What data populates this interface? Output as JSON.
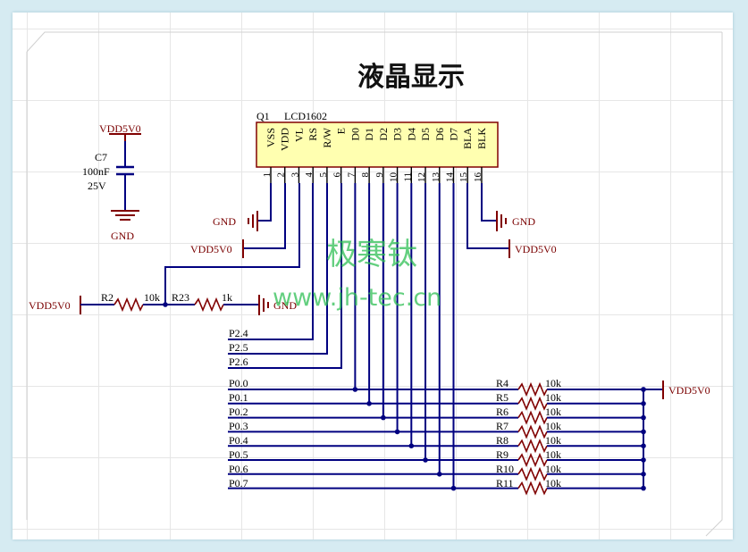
{
  "title": "液晶显示",
  "watermark": {
    "cn": "极寒钛",
    "url": "www.jh-tec.cn",
    "color": "#2fbf55"
  },
  "colors": {
    "wire": "#000080",
    "power": "#800000",
    "part": "#800000",
    "background": "#ffffff",
    "frame": "#d6ebf2"
  },
  "lcd": {
    "designator": "Q1",
    "part": "LCD1602",
    "pins": [
      {
        "num": "1",
        "name": "VSS"
      },
      {
        "num": "2",
        "name": "VDD"
      },
      {
        "num": "3",
        "name": "VL"
      },
      {
        "num": "4",
        "name": "RS"
      },
      {
        "num": "5",
        "name": "R/W"
      },
      {
        "num": "6",
        "name": "E"
      },
      {
        "num": "7",
        "name": "D0"
      },
      {
        "num": "8",
        "name": "D1"
      },
      {
        "num": "9",
        "name": "D2"
      },
      {
        "num": "10",
        "name": "D3"
      },
      {
        "num": "11",
        "name": "D4"
      },
      {
        "num": "12",
        "name": "D5"
      },
      {
        "num": "13",
        "name": "D6"
      },
      {
        "num": "14",
        "name": "D7"
      },
      {
        "num": "15",
        "name": "BLA"
      },
      {
        "num": "16",
        "name": "BLK"
      }
    ]
  },
  "capacitor": {
    "designator": "C7",
    "value": "100nF",
    "voltage": "25V",
    "net_top": "VDD5V0",
    "net_bottom": "GND"
  },
  "contrast": {
    "r2": {
      "designator": "R2",
      "value": "10k"
    },
    "r23": {
      "designator": "R23",
      "value": "1k"
    },
    "left_net": "VDD5V0",
    "right_net": "GND"
  },
  "power_nets": {
    "vss_gnd": "GND",
    "vdd": "VDD5V0",
    "blk_gnd": "GND",
    "bla": "VDD5V0",
    "pullup_rail": "VDD5V0"
  },
  "control_ports": [
    "P2.4",
    "P2.5",
    "P2.6"
  ],
  "data_ports": [
    "P0.0",
    "P0.1",
    "P0.2",
    "P0.3",
    "P0.4",
    "P0.5",
    "P0.6",
    "P0.7"
  ],
  "pullups": [
    {
      "designator": "R4",
      "value": "10k"
    },
    {
      "designator": "R5",
      "value": "10k"
    },
    {
      "designator": "R6",
      "value": "10k"
    },
    {
      "designator": "R7",
      "value": "10k"
    },
    {
      "designator": "R8",
      "value": "10k"
    },
    {
      "designator": "R9",
      "value": "10k"
    },
    {
      "designator": "R10",
      "value": "10k"
    },
    {
      "designator": "R11",
      "value": "10k"
    }
  ]
}
